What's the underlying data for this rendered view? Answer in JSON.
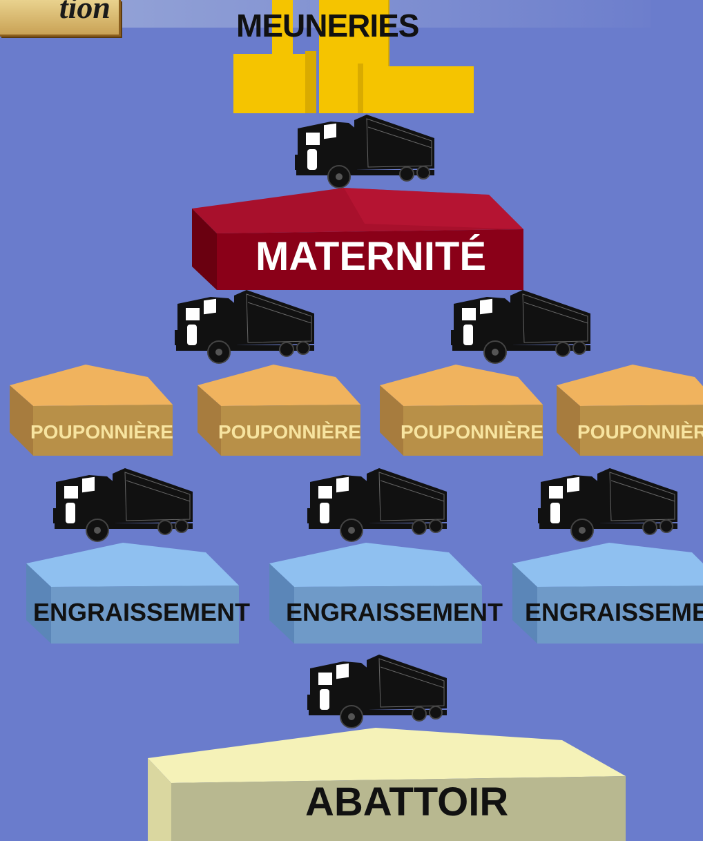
{
  "corner_tab": {
    "text": "tion"
  },
  "meuneries": {
    "label": "MEUNERIES",
    "color": "#f5c400"
  },
  "maternite": {
    "label": "MATERNITÉ",
    "color": "#8a0018"
  },
  "pouponnieres": [
    {
      "label": "POUPONNIÈRE"
    },
    {
      "label": "POUPONNIÈRE"
    },
    {
      "label": "POUPONNIÈRE"
    },
    {
      "label": "POUPONNIÈRE"
    }
  ],
  "engraissements": [
    {
      "label": "ENGRAISSEMENT"
    },
    {
      "label": "ENGRAISSEMENT"
    },
    {
      "label": "ENGRAISSEMENT"
    }
  ],
  "abattoir": {
    "label": "ABATTOIR",
    "color": "#b8b890"
  },
  "colors": {
    "background": "#6a7ccc",
    "pouponniere": "#c79a52",
    "engraissement": "#6f9ac8",
    "truck": "#111111"
  },
  "icons": [
    "truck-icon"
  ]
}
